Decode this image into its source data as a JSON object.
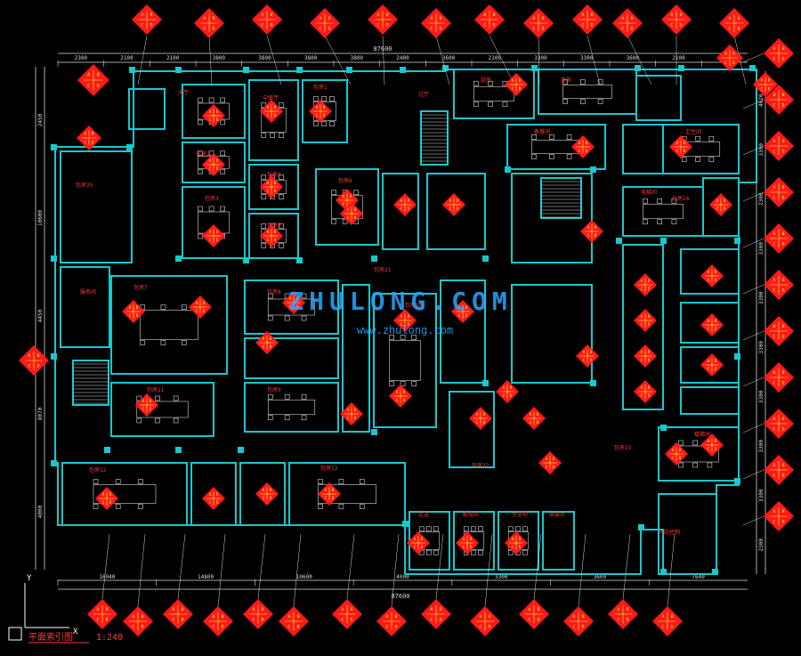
{
  "title": "平面索引图",
  "scale": "1:240",
  "colors": {
    "background": "#000000",
    "wall": "#19c8cc",
    "dim": "#d8d8d8",
    "marker": "#ff1a1a",
    "marker_text": "#ffff33",
    "label": "#ff3a3a",
    "watermark": "#2aa8ff"
  },
  "watermark": {
    "line1": "ZHULONG.COM",
    "line2": "www.zhulong.com"
  },
  "top_dims": [
    "2300",
    "2100",
    "2100",
    "3800",
    "3800",
    "3800",
    "3800",
    "2400",
    "3600",
    "2100",
    "3300",
    "3300",
    "3600",
    "2100",
    "2100"
  ],
  "top_total": "87600",
  "bottom_dims": [
    "16040",
    "14800",
    "10600",
    "4000",
    "3300",
    "3600",
    "7640"
  ],
  "bottom_total": "87600",
  "left_dims": [
    "2450",
    "10600",
    "4450",
    "8070",
    "4000"
  ],
  "right_dims": [
    "4620",
    "3300",
    "2300",
    "3300",
    "3300",
    "3300",
    "3300",
    "3300",
    "3300",
    "2300"
  ],
  "room_labels": [
    "大厅",
    "中餐厅",
    "包房1",
    "包房2",
    "包房3",
    "包房4",
    "包房5",
    "包房6",
    "包房7",
    "包房8",
    "包房9",
    "包房10",
    "包房11",
    "包房12",
    "包房13",
    "厨房",
    "库房",
    "备餐间",
    "卫生间",
    "电梯间",
    "楼梯间",
    "走道",
    "配电间",
    "大堂吧",
    "收银台",
    "过厅",
    "包房21",
    "包房22",
    "包房23",
    "包房24",
    "包房25",
    "服务间",
    "消防控制"
  ],
  "marker_labels": [
    "A",
    "B",
    "C",
    "D",
    "E"
  ]
}
